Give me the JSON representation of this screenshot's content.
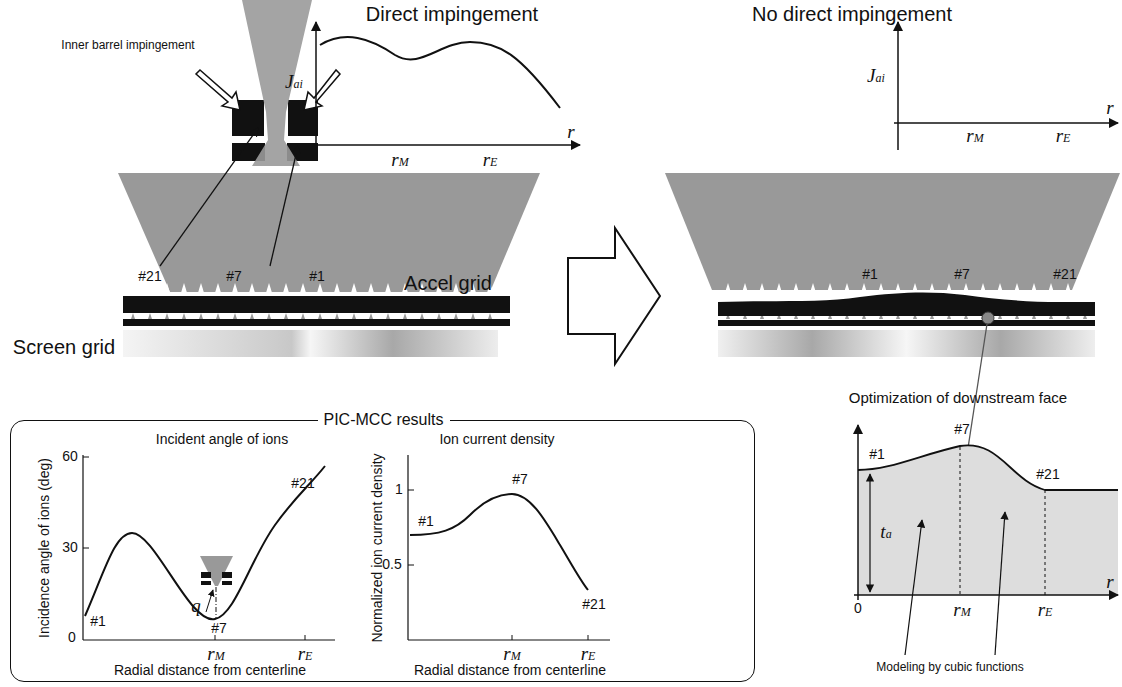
{
  "diagram": {
    "nodes": [
      {
        "text": [
          "PIC-MCC results"
        ]
      }
    ],
    "labels": [
      "Direct impingement",
      "Inner barrel impingement",
      "Jai",
      "rM",
      "rE",
      "r",
      "#21",
      "#7",
      "#1",
      "Accel grid",
      "Screen grid",
      "No direct impingement",
      "Jai",
      "rM",
      "rE",
      "r",
      "#1",
      "#7",
      "#21",
      "Incident angle of ions",
      "Incidence angle of ions (deg)",
      "60",
      "30",
      "0",
      "#1",
      "q",
      "#7",
      "#21",
      "rM",
      "rE",
      "Radial distance from centerline",
      "Ion current density",
      "Normalized ion current density",
      "1",
      "0.5",
      "#1",
      "#7",
      "#21",
      "rM",
      "rE",
      "Radial distance from centerline",
      "Optimization of downstream face",
      "#1",
      "#7",
      "#21",
      "ta",
      "0",
      "rM",
      "rE",
      "r",
      "Modeling by cubic functions"
    ]
  }
}
